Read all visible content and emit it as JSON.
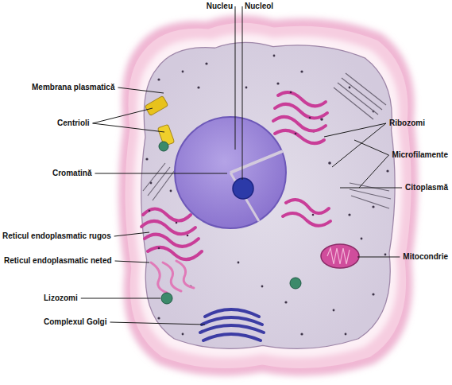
{
  "diagram": {
    "labels": [
      "Nucleu",
      "Nucleol",
      "Membrana plasmatică",
      "Centrioli",
      "Cromatină",
      "Ribozomi",
      "Microfilamente",
      "Citoplasmă",
      "Reticul endoplasmatic rugos",
      "Reticul endoplasmatic neted",
      "Mitocondrie",
      "Lizozomi",
      "Complexul Golgi"
    ]
  }
}
